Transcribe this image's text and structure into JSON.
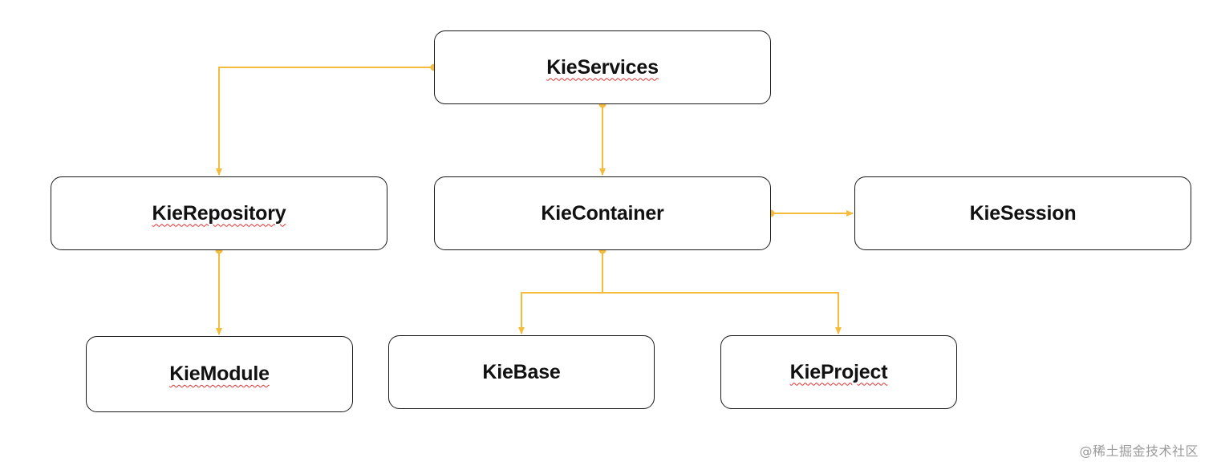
{
  "colors": {
    "connector": "#f5bc3b",
    "node_border": "#1a1a1a",
    "node_fill": "#ffffff",
    "spellcheck_underline": "#e03030",
    "watermark_text": "#9a9a9a"
  },
  "nodes": {
    "kieservices": {
      "label": "KieServices",
      "spellcheck_marked": true
    },
    "kierepository": {
      "label": "KieRepository",
      "spellcheck_marked": true
    },
    "kiecontainer": {
      "label": "KieContainer",
      "spellcheck_marked": false
    },
    "kiesession": {
      "label": "KieSession",
      "spellcheck_marked": false
    },
    "kiemodule": {
      "label": "KieModule",
      "spellcheck_marked": true
    },
    "kiebase": {
      "label": "KieBase",
      "spellcheck_marked": false
    },
    "kieproject": {
      "label": "KieProject",
      "spellcheck_marked": true
    }
  },
  "edges": [
    {
      "from": "KieServices",
      "to": "KieRepository"
    },
    {
      "from": "KieServices",
      "to": "KieContainer"
    },
    {
      "from": "KieContainer",
      "to": "KieSession"
    },
    {
      "from": "KieRepository",
      "to": "KieModule"
    },
    {
      "from": "KieContainer",
      "to": "KieBase"
    },
    {
      "from": "KieContainer",
      "to": "KieProject"
    }
  ],
  "watermark": "@稀土掘金技术社区"
}
